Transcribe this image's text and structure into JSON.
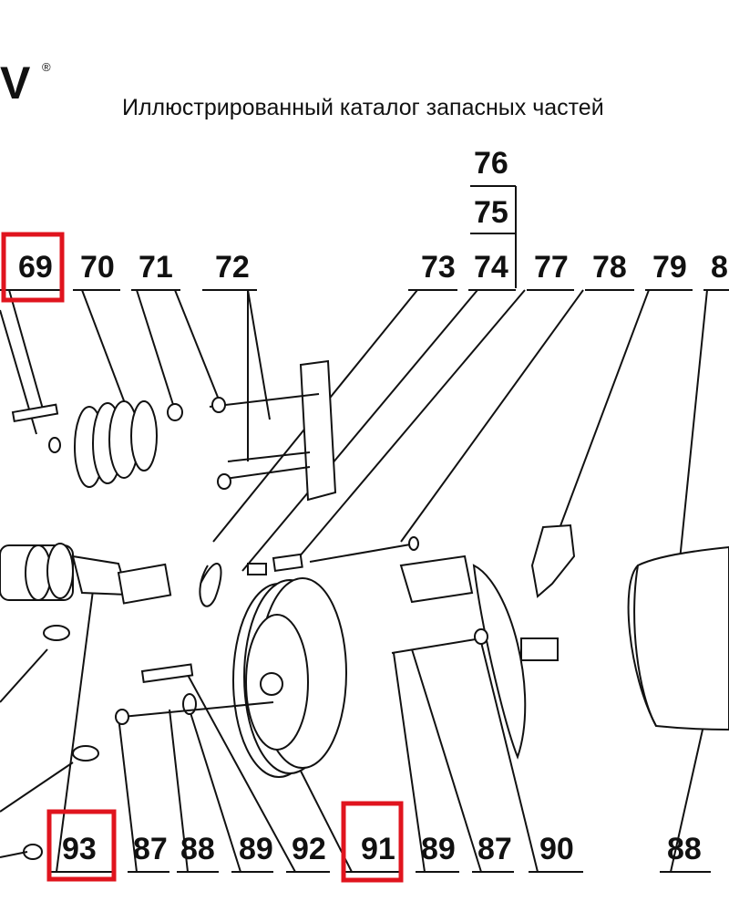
{
  "header": {
    "logo_text": "V",
    "registered_mark": "®",
    "title": "Иллюстрированный каталог запасных частей"
  },
  "callouts": {
    "top_stack": [
      "76",
      "75",
      "74"
    ],
    "top_row": [
      "69",
      "70",
      "71",
      "72",
      "73",
      "77",
      "78",
      "79",
      "8"
    ],
    "bottom_row": [
      "93",
      "87",
      "88",
      "89",
      "92",
      "91",
      "89",
      "87",
      "90",
      "88"
    ]
  },
  "highlights": {
    "color": "#e0141e",
    "labels": [
      "69",
      "93",
      "91"
    ]
  },
  "colors": {
    "ink": "#111111",
    "background": "#ffffff"
  }
}
